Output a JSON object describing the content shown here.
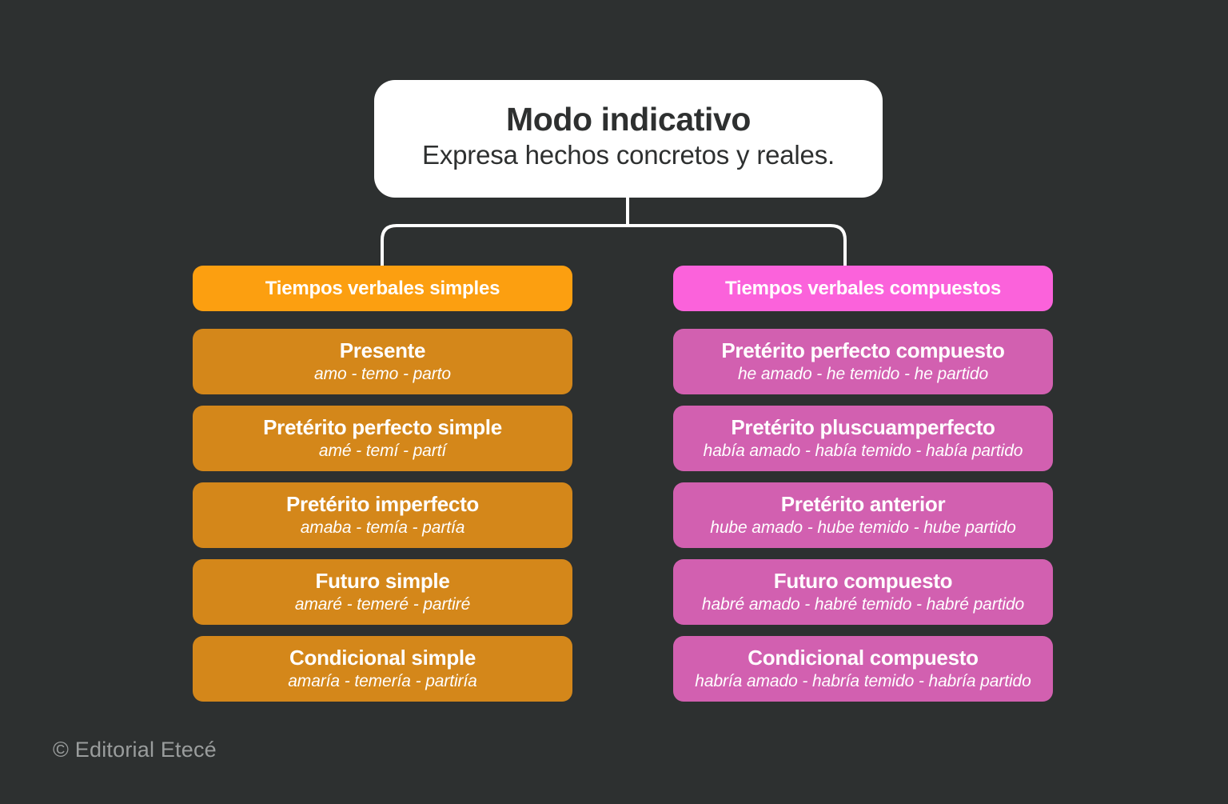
{
  "background_color": "#2d3030",
  "root": {
    "title": "Modo indicativo",
    "subtitle": "Expresa hechos concretos y reales.",
    "background_color": "#ffffff",
    "text_color": "#2e3030"
  },
  "connector": {
    "color": "#ffffff"
  },
  "branches": [
    {
      "id": "simples",
      "header_label": "Tiempos verbales simples",
      "header_color": "#fc9f10",
      "card_color": "#d4871a",
      "items": [
        {
          "name": "Presente",
          "examples": "amo - temo - parto"
        },
        {
          "name": "Pretérito perfecto simple",
          "examples": "amé - temí - partí"
        },
        {
          "name": "Pretérito imperfecto",
          "examples": "amaba - temía - partía"
        },
        {
          "name": "Futuro simple",
          "examples": "amaré - temeré - partiré"
        },
        {
          "name": "Condicional simple",
          "examples": "amaría - temería - partiría"
        }
      ]
    },
    {
      "id": "compuestos",
      "header_label": "Tiempos verbales compuestos",
      "header_color": "#fb62db",
      "card_color": "#d260b0",
      "items": [
        {
          "name": "Pretérito perfecto compuesto",
          "examples": "he amado - he temido - he partido"
        },
        {
          "name": "Pretérito pluscuamperfecto",
          "examples": "había amado - había temido - había partido"
        },
        {
          "name": "Pretérito anterior",
          "examples": "hube amado - hube temido - hube partido"
        },
        {
          "name": "Futuro compuesto",
          "examples": "habré amado - habré temido - habré partido"
        },
        {
          "name": "Condicional compuesto",
          "examples": "habría amado - habría temido - habría partido"
        }
      ]
    }
  ],
  "credit": {
    "text": "© Editorial Etecé",
    "color": "#9a9d9d"
  }
}
